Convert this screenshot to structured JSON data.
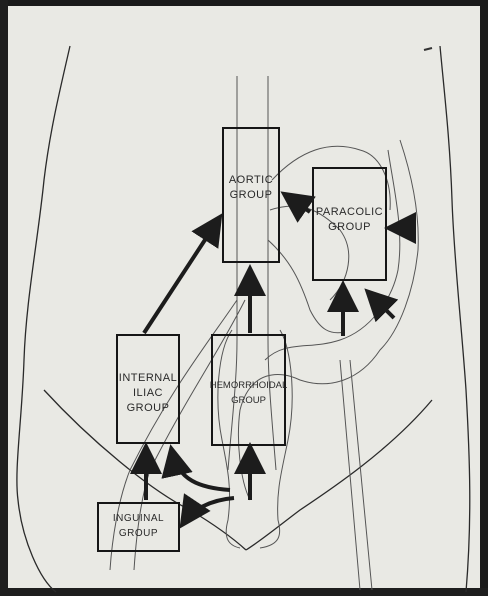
{
  "diagram": {
    "nodes": [
      {
        "id": "aortic",
        "label": "AORTIC\nGROUP"
      },
      {
        "id": "paracolic",
        "label": "PARACOLIC\nGROUP"
      },
      {
        "id": "internal_iliac",
        "label": "INTERNAL\nILIAC\nGROUP"
      },
      {
        "id": "hemorrhoidal",
        "label": "HEMORRHOIDAL\nGROUP"
      },
      {
        "id": "inguinal",
        "label": "INGUINAL\nGROUP"
      }
    ],
    "edges": [
      {
        "from": "internal_iliac",
        "to": "aortic"
      },
      {
        "from": "hemorrhoidal",
        "to": "aortic"
      },
      {
        "from": "paracolic",
        "to": "aortic"
      },
      {
        "from": "hemorrhoidal",
        "to": "internal_iliac"
      },
      {
        "from": "inguinal",
        "to": "internal_iliac"
      }
    ]
  },
  "colors": {
    "paper": "#e9e9e4",
    "ink": "#2a2a2a",
    "border": "#161616"
  }
}
